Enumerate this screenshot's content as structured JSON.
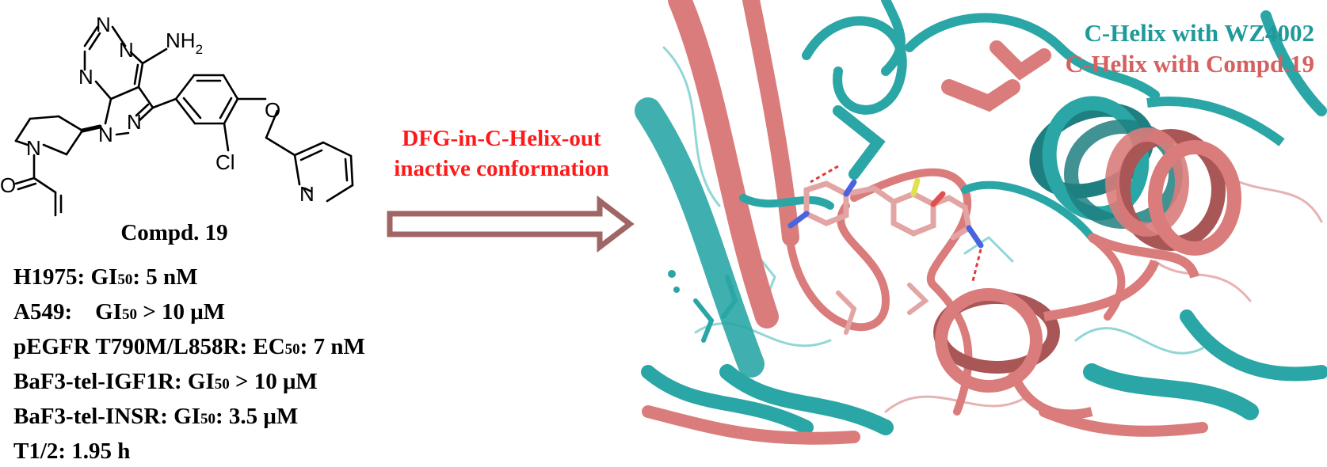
{
  "colors": {
    "teal": "#2aa6a6",
    "teal_dark": "#1f7f80",
    "salmon": "#d97c7b",
    "salmon_dark": "#a85656",
    "legend_teal": "#1f9a9a",
    "legend_salmon": "#d65f5f",
    "label_red": "#ff1a1a",
    "arrow": "#a06565"
  },
  "molecule": {
    "atoms": {
      "N_top1": "N",
      "N_top2": "N",
      "N_pyr_left": "N",
      "NH2": "NH",
      "NH2_sub": "2",
      "N_pz1": "N",
      "N_pz2": "N",
      "N_pip": "N",
      "O_amide": "O",
      "O_ether": "O",
      "Cl": "Cl",
      "N_pyridine": "N"
    }
  },
  "compound_label": "Compd. 19",
  "activities": [
    {
      "pre": "H1975: GI",
      "sub": "50",
      "post": ": 5 nM"
    },
    {
      "pre": "A549:    GI",
      "sub": "50",
      "post": " > 10 μM"
    },
    {
      "pre": "pEGFR T790M/L858R: EC",
      "sub": "50",
      "post": ": 7 nM"
    },
    {
      "pre": "BaF3-tel-IGF1R: GI",
      "sub": "50",
      "post": " > 10 μM"
    },
    {
      "pre": "BaF3-tel-INSR: GI",
      "sub": "50",
      "post": ": 3.5 μM"
    },
    {
      "pre": "T1/2: 1.95 h",
      "sub": "",
      "post": ""
    }
  ],
  "conformation_label": {
    "line1": "DFG-in-C-Helix-out",
    "line2": "inactive conformation"
  },
  "legend": {
    "wz4002": "C-Helix with WZ4002",
    "compd19": "C-Helix with Compd.19"
  }
}
